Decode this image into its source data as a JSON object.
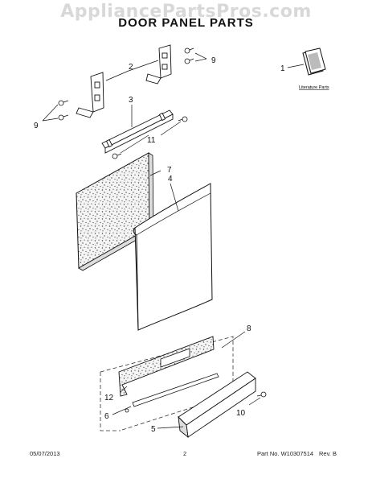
{
  "watermark": "AppliancePartsPros.com",
  "title": "DOOR PANEL PARTS",
  "literature_label": "Literature Parts",
  "callouts": {
    "c1": "1",
    "c2": "2",
    "c3": "3",
    "c4": "4",
    "c5": "5",
    "c6": "6",
    "c7": "7",
    "c8": "8",
    "c9a": "9",
    "c9b": "9",
    "c10": "10",
    "c11": "11",
    "c12": "12"
  },
  "footer": {
    "date": "05/07/2013",
    "page": "2",
    "part_no": "Part No. W10307514",
    "rev": "Rev. B"
  }
}
